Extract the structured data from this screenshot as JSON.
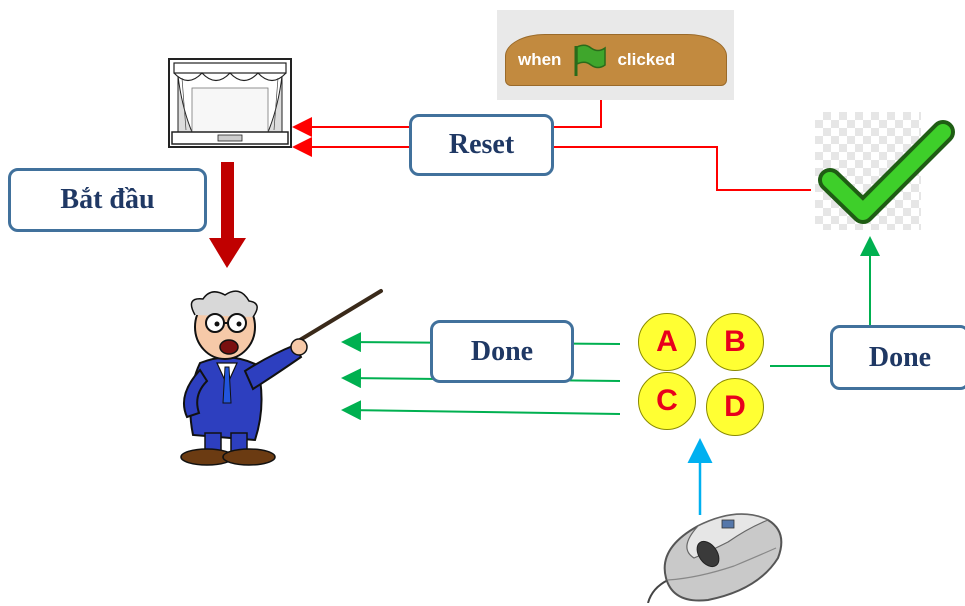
{
  "diagram": {
    "labels": {
      "start": "Bắt đầu",
      "reset": "Reset",
      "done_left": "Done",
      "done_right": "Done"
    },
    "scratch_block": {
      "word1": "when",
      "word2": "clicked",
      "icon": "green-flag-icon"
    },
    "choices": [
      "A",
      "B",
      "C",
      "D"
    ],
    "images": {
      "stage": "theater-stage-icon",
      "teacher": "teacher-pointing-icon",
      "check": "green-checkmark-icon",
      "mouse": "computer-mouse-icon"
    },
    "colors": {
      "red_arrow": "#ff0000",
      "dark_red_arrow": "#c00000",
      "green_arrow": "#00b050",
      "blue_arrow": "#00b0f0",
      "box_border": "#41719c",
      "box_text": "#1f3864",
      "choice_fill": "#ffff33",
      "choice_text": "#e8001c"
    }
  }
}
